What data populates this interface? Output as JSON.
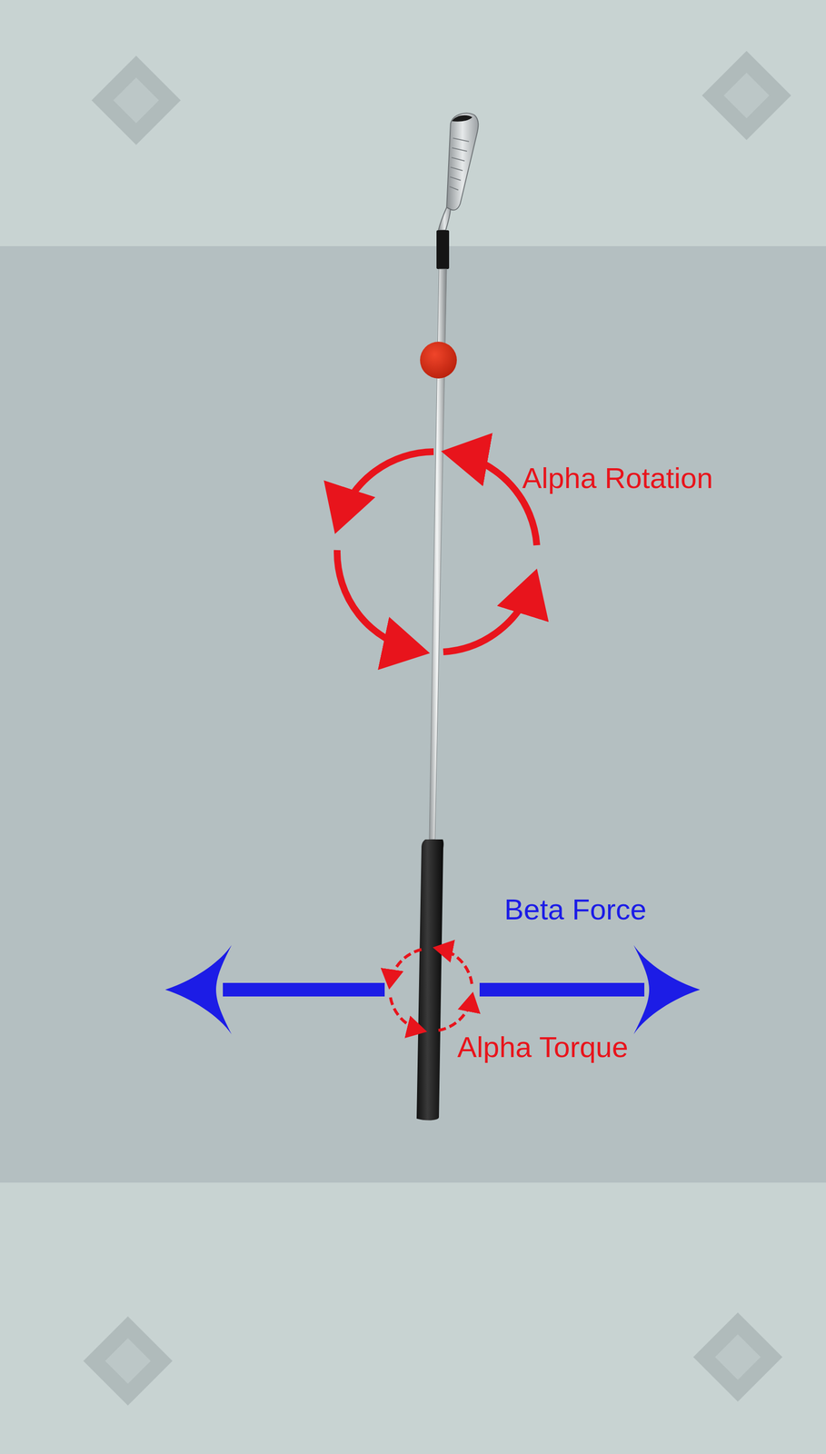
{
  "diagram": {
    "labels": [
      "Alpha Rotation",
      "Beta Force",
      "Alpha Torque"
    ]
  }
}
